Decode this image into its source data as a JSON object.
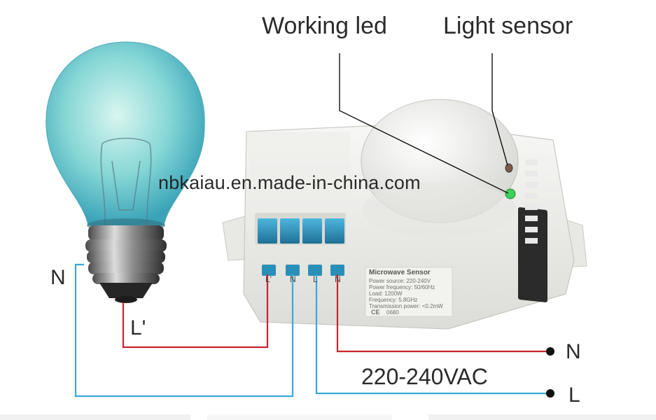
{
  "labels": {
    "working_led": "Working led",
    "light_sensor": "Light sensor",
    "terminal_n_left": "N",
    "terminal_l_prime": "L'",
    "terminal_n_right": "N",
    "terminal_l_right": "L",
    "voltage": "220-240VAC",
    "watermark": "nbkaiau.en.made-in-china.com"
  },
  "device": {
    "terminal_marks": [
      "L'",
      "N",
      "L",
      "N"
    ],
    "plate": {
      "title": "Microwave Sensor",
      "lines": [
        "Power source: 220-240V",
        "Power frequency: 50/60Hz",
        "Load: 1200W",
        "Frequency: 5.8GHz",
        "Transmission power: <0.2mW"
      ],
      "marks": [
        "CE",
        "0680"
      ]
    }
  },
  "colors": {
    "live_wire": "#c8252c",
    "neutral_wire": "#3aa8d8",
    "led": "#3dcf5a",
    "bulb_glass": "#7fd6d8",
    "terminal_block": "#2a8fb8"
  }
}
